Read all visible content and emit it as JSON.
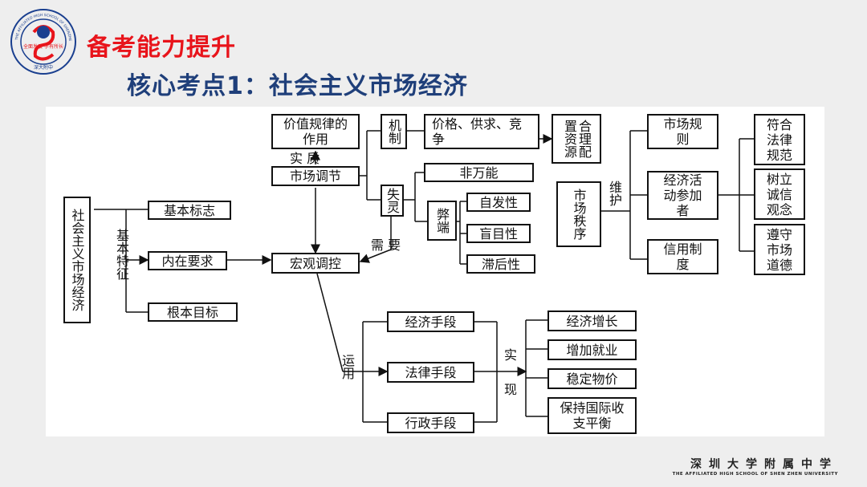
{
  "header": {
    "title": "备考能力提升",
    "subtitle": "核心考点1：社会主义市场经济"
  },
  "logo": {
    "ring_text": "THE AFFILIATED HIGH SCHOOL OF SHENZHEN UNIVERSITY",
    "motto": "全面发展  学有所长",
    "base_text": "深大附中"
  },
  "colors": {
    "title": "#e8141b",
    "subtitle": "#1f3f7a",
    "logo": "#1a3f8f"
  },
  "diagram": {
    "market_economy": "社会主义市场经济",
    "basic_features": "基本特征",
    "basic_sign": "基本标志",
    "inner_requirement": "内在要求",
    "fundamental_goal": "根本目标",
    "value_law": "价值规律的作用",
    "essence": "实 质",
    "market_regulation": "市场调节",
    "mechanism": "机制",
    "price_supply": "价格、供求、竞争",
    "allocate_resources": "合理配置资源",
    "failure": "失灵",
    "not_omnipotent": "非万能",
    "drawbacks": "弊端",
    "spontaneity": "自发性",
    "blindness": "盲目性",
    "lag": "滞后性",
    "need": "需 要",
    "macro_control": "宏观调控",
    "market_order": "市场秩序",
    "maintain": "维护",
    "market_rules": "市场规则",
    "economic_participants": "经济活动参加者",
    "credit_system": "信用制度",
    "conform_law": "符合法律规范",
    "establish_integrity": "树立诚信观念",
    "observe_ethics": "遵守市场道德",
    "use": "运用",
    "economic_means": "经济手段",
    "legal_means": "法律手段",
    "admin_means": "行政手段",
    "realize": "实 现",
    "economic_growth": "经济增长",
    "increase_employment": "增加就业",
    "stable_prices": "稳定物价",
    "balance_payments": "保持国际收支平衡"
  },
  "footer": {
    "school_cn": "深圳大学附属中学",
    "school_en": "THE AFFILIATED HIGH SCHOOL OF SHEN ZHEN UNIVERSITY"
  }
}
